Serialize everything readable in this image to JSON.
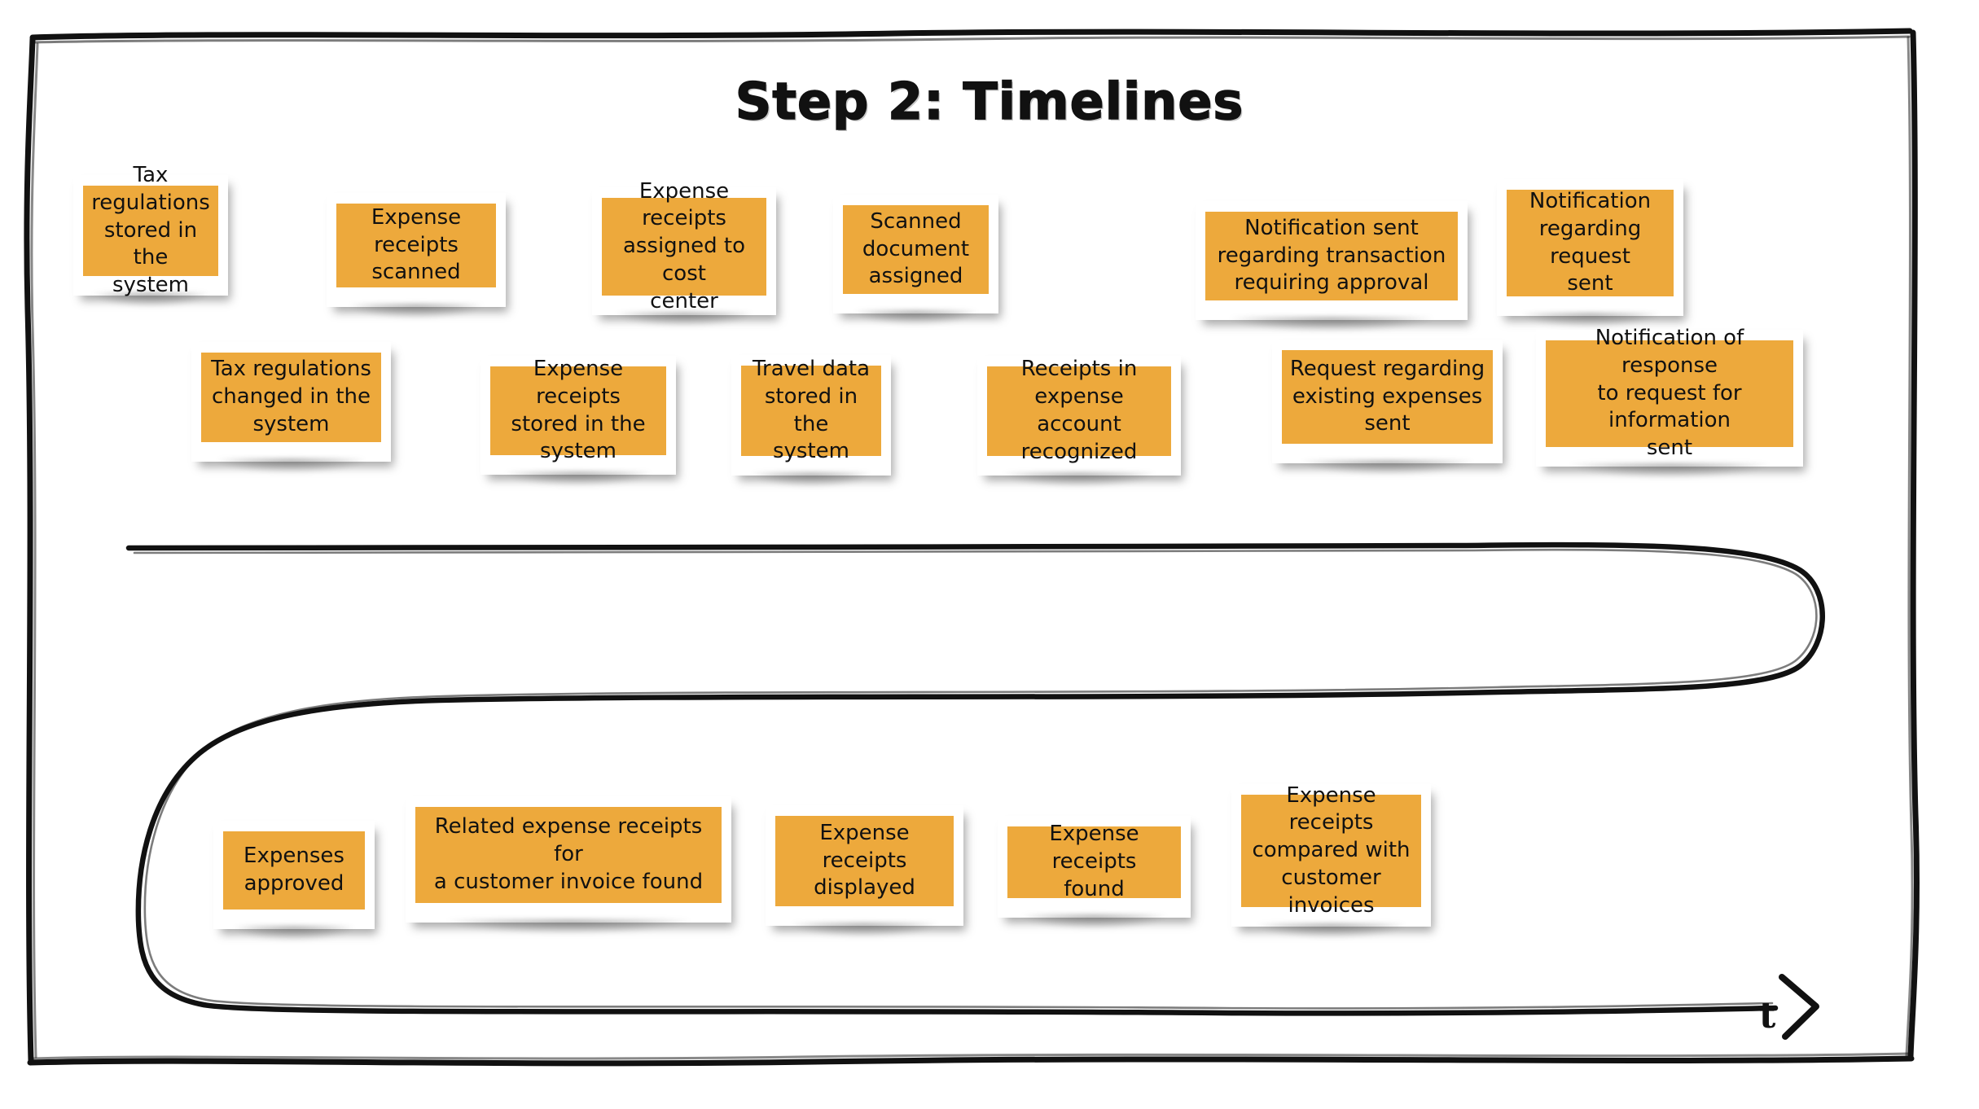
{
  "page": {
    "title": "Step 2: Timelines",
    "background_color": "#ffffff",
    "frame_color": "#111111"
  },
  "colors": {
    "note_fill": "#eda93c",
    "note_border": "#ffffff",
    "ink": "#111111"
  },
  "timeline": {
    "axis_label": "t",
    "arrow_icon": "arrow-head-right",
    "direction": "left-to-right, serpentine wrap"
  },
  "notes": {
    "row_top": [
      {
        "id": "note-tax-regulations-stored",
        "text": "Tax regulations\nstored in the\nsystem"
      },
      {
        "id": "note-expense-receipts-scanned",
        "text": "Expense receipts\nscanned"
      },
      {
        "id": "note-expense-receipts-cost-center",
        "text": "Expense receipts\nassigned to cost\ncenter"
      },
      {
        "id": "note-scanned-document-assigned",
        "text": "Scanned\ndocument\nassigned"
      },
      {
        "id": "note-notification-transaction-approval",
        "text": "Notification sent\nregarding transaction\nrequiring approval"
      },
      {
        "id": "note-notification-request-sent",
        "text": "Notification\nregarding\nrequest\nsent"
      }
    ],
    "row_second": [
      {
        "id": "note-tax-regulations-changed",
        "text": "Tax regulations\nchanged in the\nsystem"
      },
      {
        "id": "note-expense-receipts-stored",
        "text": "Expense receipts\nstored in the\nsystem"
      },
      {
        "id": "note-travel-data-stored",
        "text": "Travel data\nstored in the\nsystem"
      },
      {
        "id": "note-receipts-expense-account",
        "text": "Receipts in\nexpense account\nrecognized"
      },
      {
        "id": "note-request-existing-expenses",
        "text": "Request regarding\nexisting expenses\nsent"
      },
      {
        "id": "note-notification-response-information",
        "text": "Notification of response\nto request for\ninformation\nsent"
      }
    ],
    "row_bottom": [
      {
        "id": "note-expenses-approved",
        "text": "Expenses\napproved"
      },
      {
        "id": "note-related-receipts-customer-invoice",
        "text": "Related expense receipts for\na customer invoice found"
      },
      {
        "id": "note-expense-receipts-displayed",
        "text": "Expense receipts\ndisplayed"
      },
      {
        "id": "note-expense-receipts-found",
        "text": "Expense receipts\nfound"
      },
      {
        "id": "note-receipts-compared-invoices",
        "text": "Expense receipts\ncompared with\ncustomer\ninvoices"
      }
    ]
  }
}
